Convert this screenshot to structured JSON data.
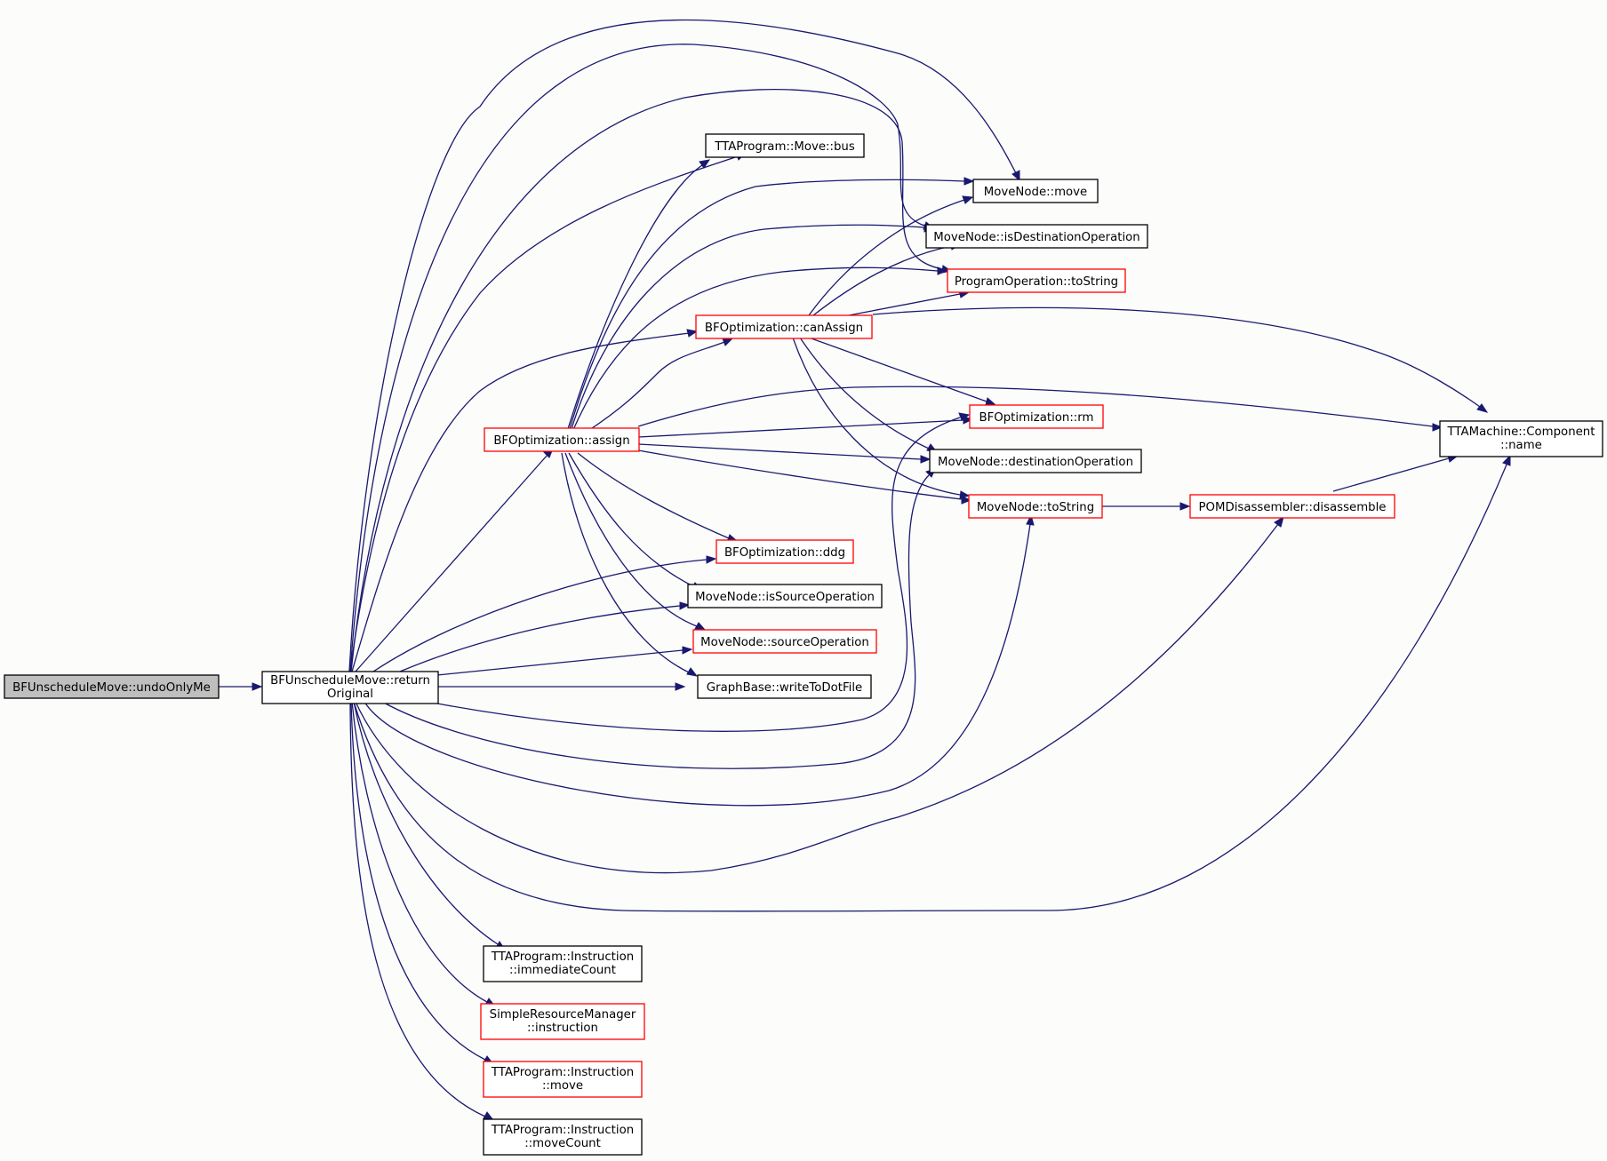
{
  "colors": {
    "edge": "#191970",
    "border_normal": "#000000",
    "border_truncated": "#ff0000",
    "root_fill": "#bfbfbf",
    "node_fill": "#ffffff",
    "background": "#fcfcfa"
  },
  "nodes": [
    {
      "id": "undoOnlyMe",
      "lines": [
        "BFUnscheduleMove::undoOnlyMe"
      ],
      "style": "root"
    },
    {
      "id": "returnOriginal",
      "lines": [
        "BFUnscheduleMove::return",
        "Original"
      ],
      "style": "normal"
    },
    {
      "id": "assign",
      "lines": [
        "BFOptimization::assign"
      ],
      "style": "truncated"
    },
    {
      "id": "canAssign",
      "lines": [
        "BFOptimization::canAssign"
      ],
      "style": "truncated"
    },
    {
      "id": "bus",
      "lines": [
        "TTAProgram::Move::bus"
      ],
      "style": "normal"
    },
    {
      "id": "move",
      "lines": [
        "MoveNode::move"
      ],
      "style": "normal"
    },
    {
      "id": "isDestOp",
      "lines": [
        "MoveNode::isDestinationOperation"
      ],
      "style": "normal"
    },
    {
      "id": "poToString",
      "lines": [
        "ProgramOperation::toString"
      ],
      "style": "truncated"
    },
    {
      "id": "rm",
      "lines": [
        "BFOptimization::rm"
      ],
      "style": "truncated"
    },
    {
      "id": "destOp",
      "lines": [
        "MoveNode::destinationOperation"
      ],
      "style": "normal"
    },
    {
      "id": "mnToString",
      "lines": [
        "MoveNode::toString"
      ],
      "style": "truncated"
    },
    {
      "id": "disassemble",
      "lines": [
        "POMDisassembler::disassemble"
      ],
      "style": "truncated"
    },
    {
      "id": "compName",
      "lines": [
        "TTAMachine::Component",
        "::name"
      ],
      "style": "normal"
    },
    {
      "id": "ddg",
      "lines": [
        "BFOptimization::ddg"
      ],
      "style": "truncated"
    },
    {
      "id": "isSrcOp",
      "lines": [
        "MoveNode::isSourceOperation"
      ],
      "style": "normal"
    },
    {
      "id": "srcOp",
      "lines": [
        "MoveNode::sourceOperation"
      ],
      "style": "truncated"
    },
    {
      "id": "writeDot",
      "lines": [
        "GraphBase::writeToDotFile"
      ],
      "style": "normal"
    },
    {
      "id": "immCount",
      "lines": [
        "TTAProgram::Instruction",
        "::immediateCount"
      ],
      "style": "normal"
    },
    {
      "id": "srmInstr",
      "lines": [
        "SimpleResourceManager",
        "::instruction"
      ],
      "style": "truncated"
    },
    {
      "id": "instrMove",
      "lines": [
        "TTAProgram::Instruction",
        "::move"
      ],
      "style": "truncated"
    },
    {
      "id": "moveCount",
      "lines": [
        "TTAProgram::Instruction",
        "::moveCount"
      ],
      "style": "normal"
    }
  ]
}
